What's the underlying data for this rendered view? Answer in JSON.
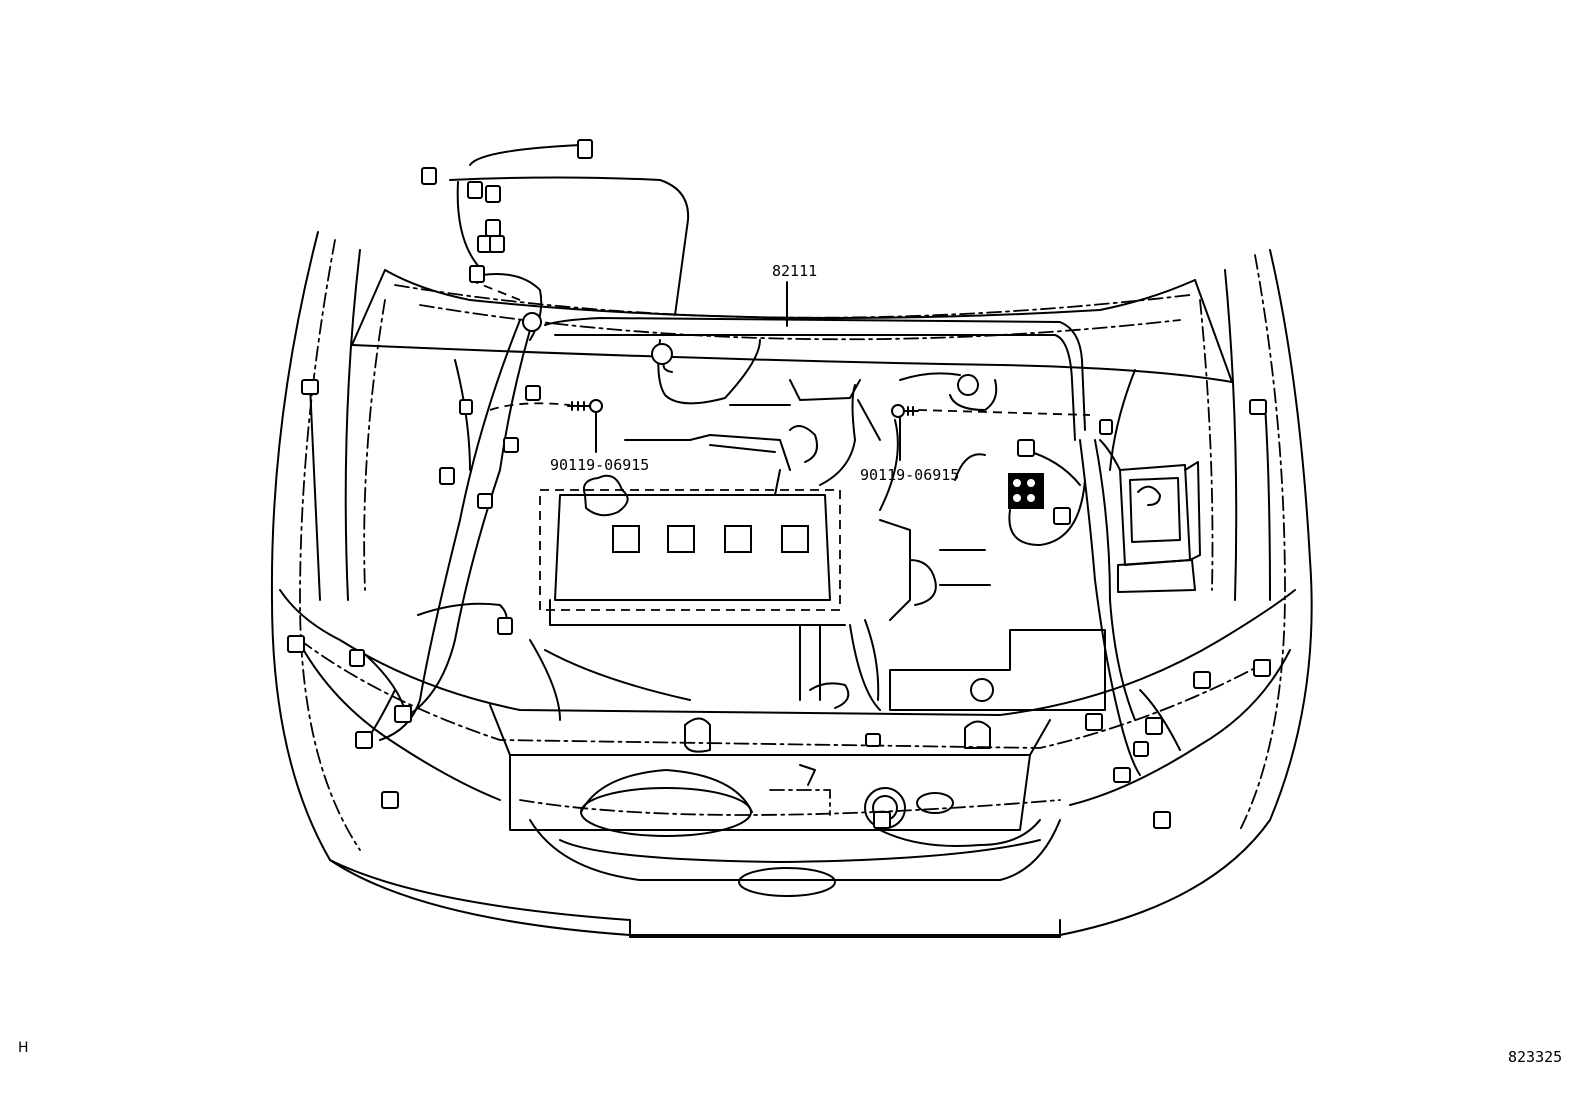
{
  "labels": {
    "harness": "82111",
    "bolt_left": "90119-06915",
    "bolt_right": "90119-06915"
  },
  "footer": {
    "section_code": "H",
    "figure_number": "823325"
  }
}
